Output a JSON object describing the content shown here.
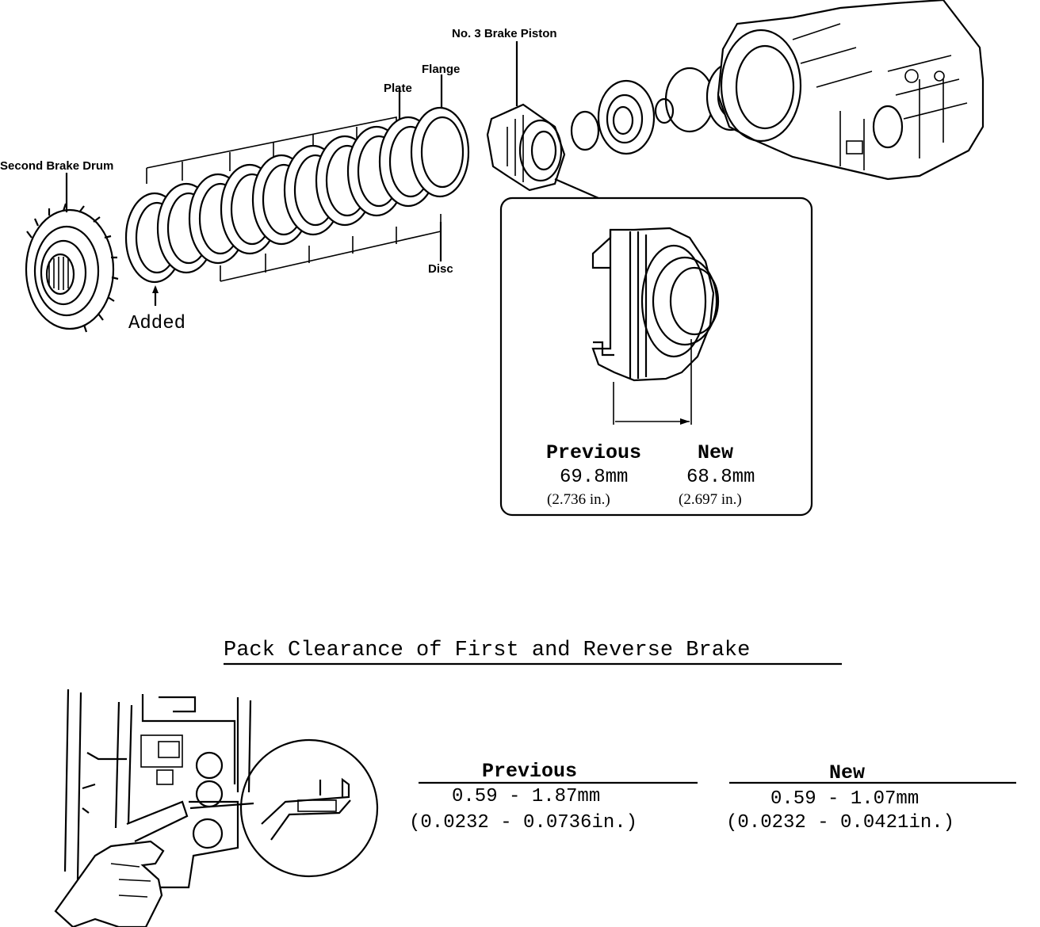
{
  "exploded_view": {
    "labels": {
      "second_brake_drum": "Second Brake Drum",
      "plate": "Plate",
      "flange": "Flange",
      "disc": "Disc",
      "no3_brake_piston": "No. 3 Brake Piston",
      "added": "Added"
    }
  },
  "piston_inset": {
    "previous_heading": "Previous",
    "new_heading": "New",
    "previous_mm": "69.8mm",
    "new_mm": "68.8mm",
    "previous_in": "(2.736 in.)",
    "new_in": "(2.697 in.)"
  },
  "pack_clearance": {
    "title": "Pack Clearance of First and Reverse Brake",
    "previous": {
      "heading": "Previous",
      "mm": "0.59 - 1.87mm",
      "in": "(0.0232 - 0.0736in.)"
    },
    "new": {
      "heading": "New",
      "mm": "0.59 - 1.07mm",
      "in": "(0.0232 - 0.0421in.)"
    }
  }
}
